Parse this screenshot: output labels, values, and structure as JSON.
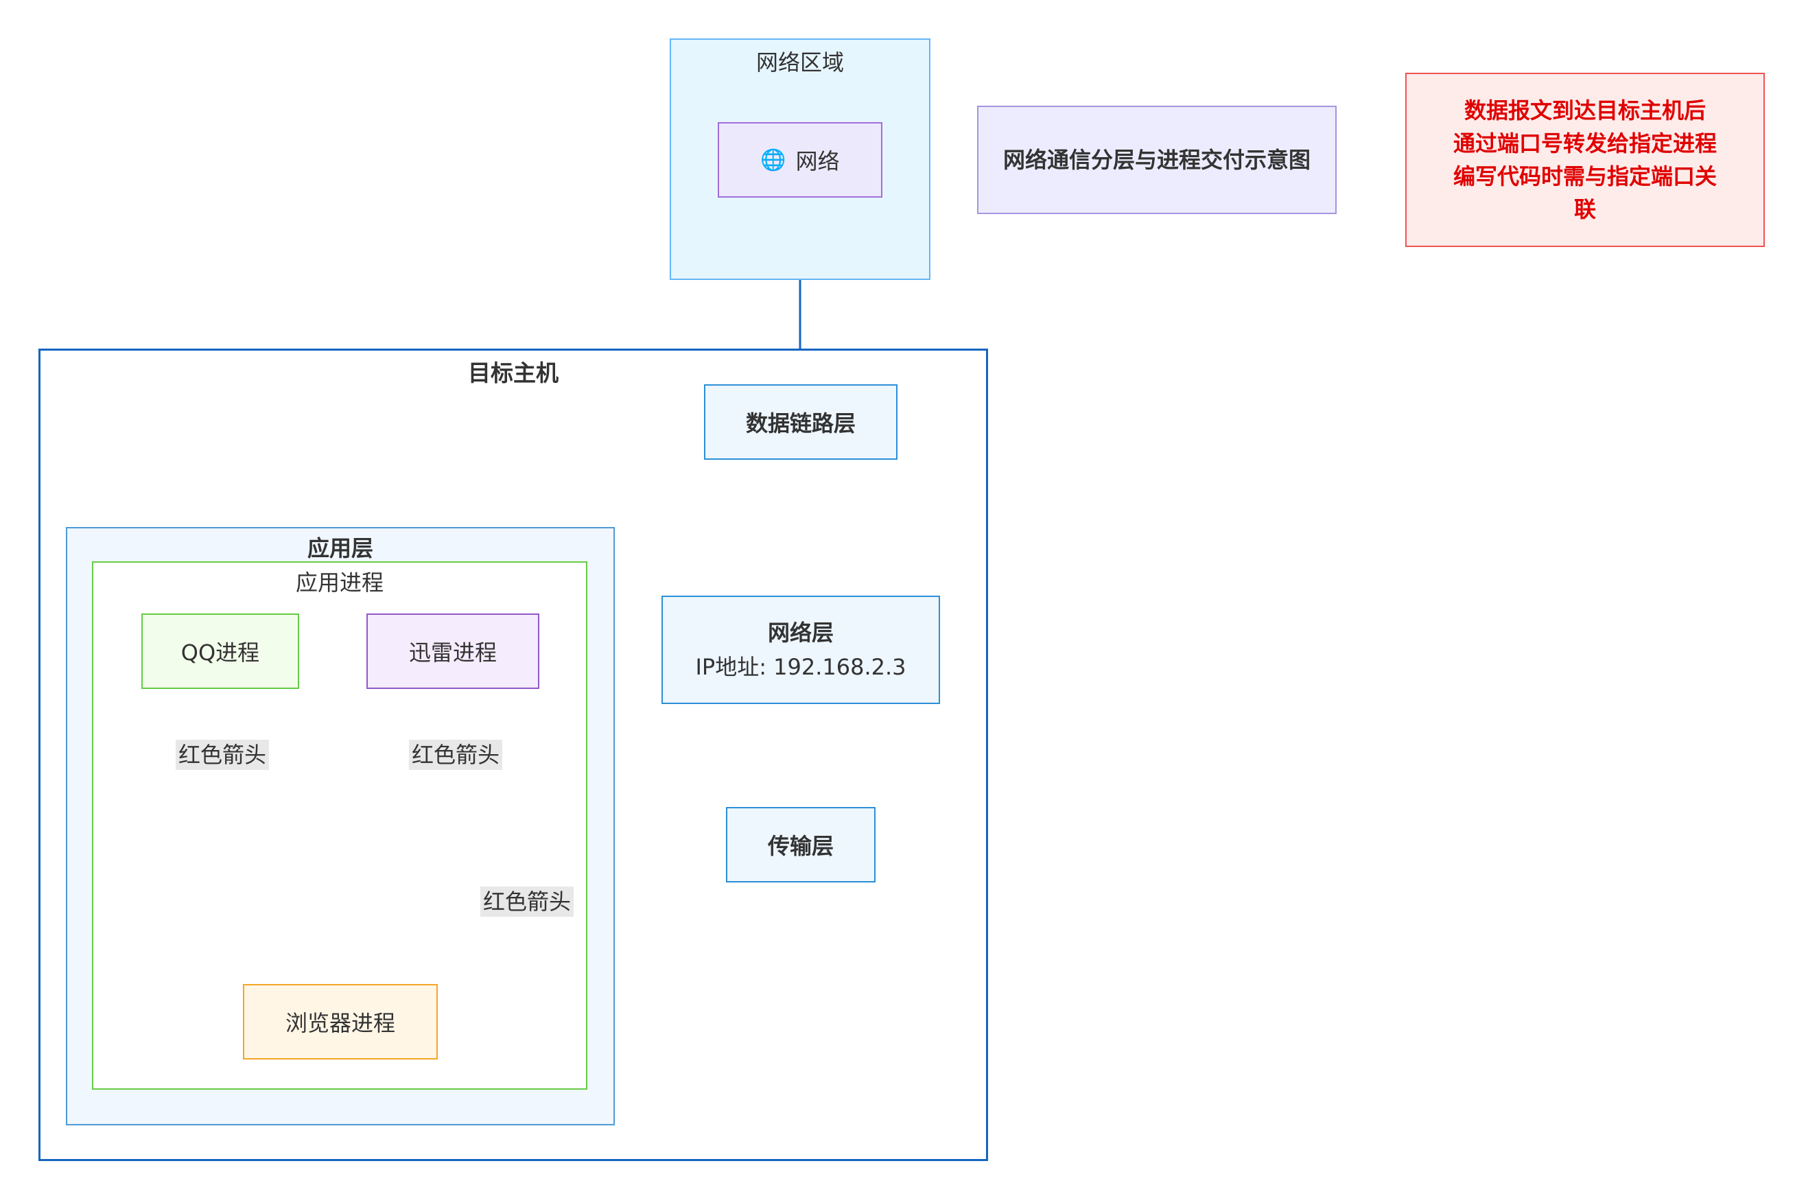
{
  "diagram": {
    "network_zone": {
      "title": "网络区域",
      "node_label": "网络",
      "node_icon": "globe-icon"
    },
    "title_note": "网络通信分层与进程交付示意图",
    "note": {
      "lines": [
        "数据报文到达目标主机后",
        "通过端口号转发给指定进程",
        "编写代码时需与指定端口关",
        "联"
      ],
      "color": "#e00000"
    },
    "host": {
      "title": "目标主机",
      "data_link_layer": "数据链路层",
      "network_layer": {
        "title": "网络层",
        "ip": "IP地址: 192.168.2.3"
      },
      "transport_layer": "传输层",
      "application_layer": {
        "title": "应用层",
        "process_group": {
          "title": "应用进程",
          "processes": {
            "qq": "QQ进程",
            "xunlei": "迅雷进程",
            "browser": "浏览器进程"
          }
        }
      }
    },
    "edge_labels": {
      "qq_to_transport": "红色箭头",
      "xunlei_to_transport": "红色箭头",
      "browser_to_transport": "红色箭头"
    },
    "colors": {
      "flow_edge": "#1565c0",
      "red_edge": "#f0464e"
    }
  }
}
